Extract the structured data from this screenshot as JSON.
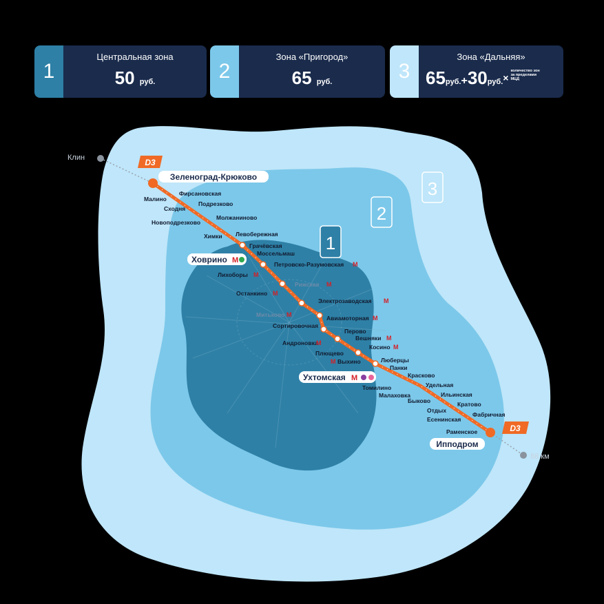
{
  "zones": [
    {
      "num": "1",
      "title": "Центральная зона",
      "price": "50",
      "currency": "руб.",
      "color": "#2e80a6"
    },
    {
      "num": "2",
      "title": "Зона «Пригород»",
      "price": "65",
      "currency": "руб.",
      "color": "#7cc8ea"
    },
    {
      "num": "3",
      "title": "Зона «Дальняя»",
      "price": "65",
      "currency": "руб.",
      "plus": "+",
      "extra": "30",
      "extra_currency": "руб.",
      "mult": "×",
      "note": "количество зон за пределами МЦД",
      "color": "#bfe6fa"
    }
  ],
  "map": {
    "line_name": "D3",
    "line_color": "#f06a25",
    "zone_labels": [
      "1",
      "2",
      "3"
    ],
    "ends": {
      "north": "Клин",
      "south": "88 км"
    },
    "terminals": {
      "north": "Зеленоград-Крюково",
      "south": "Ипподром"
    },
    "hubs": [
      "Ховрино",
      "Ухтомская"
    ],
    "stations": [
      "Фирсановская",
      "Малино",
      "Подрезково",
      "Сходня",
      "Молжаниново",
      "Новоподрезково",
      "Химки",
      "Левобережная",
      "Грачёвская",
      "Моссельмаш",
      "Петровско-Разумовская",
      "Лихоборы",
      "Рижская",
      "Останкино",
      "Электрозаводская",
      "Митьково",
      "Авиамоторная",
      "Сортировочная",
      "Перово",
      "Вешняки",
      "Андроновка",
      "Косино",
      "Плющево",
      "Люберцы",
      "Выхино",
      "Панки",
      "Томилино",
      "Красково",
      "Малаховка",
      "Удельная",
      "Быково",
      "Ильинская",
      "Отдых",
      "Кратово",
      "Есенинская",
      "Фабричная",
      "Раменское"
    ]
  }
}
